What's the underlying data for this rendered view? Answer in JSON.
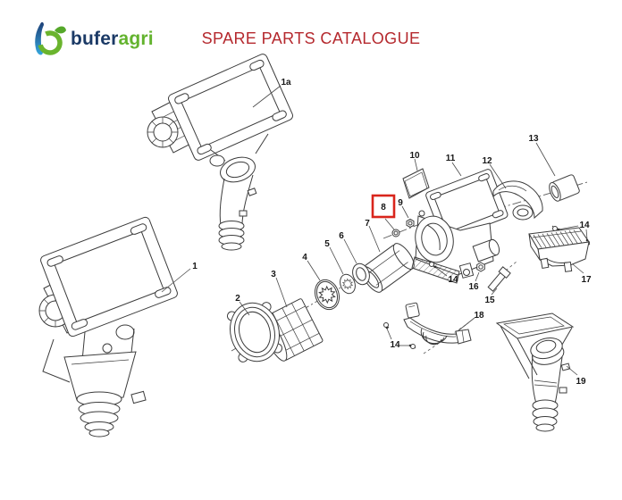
{
  "brand": {
    "bold": "bufer",
    "accent": "agri"
  },
  "title": "SPARE PARTS CATALOGUE",
  "selected_part": "8",
  "colors": {
    "title_red": "#b5292e",
    "brand_blue": "#1b3a66",
    "brand_green": "#63b32e",
    "highlight_red": "#d9251c",
    "line_gray": "#3c3c3c"
  },
  "part_labels": {
    "p1a": "1a",
    "p1": "1",
    "p2": "2",
    "p3": "3",
    "p4": "4",
    "p5": "5",
    "p6": "6",
    "p7": "7",
    "p8": "8",
    "p9": "9",
    "p10": "10",
    "p11": "11",
    "p12": "12",
    "p13": "13",
    "p14": "14",
    "p15": "15",
    "p16": "16",
    "p17": "17",
    "p18": "18",
    "p19": "19"
  }
}
